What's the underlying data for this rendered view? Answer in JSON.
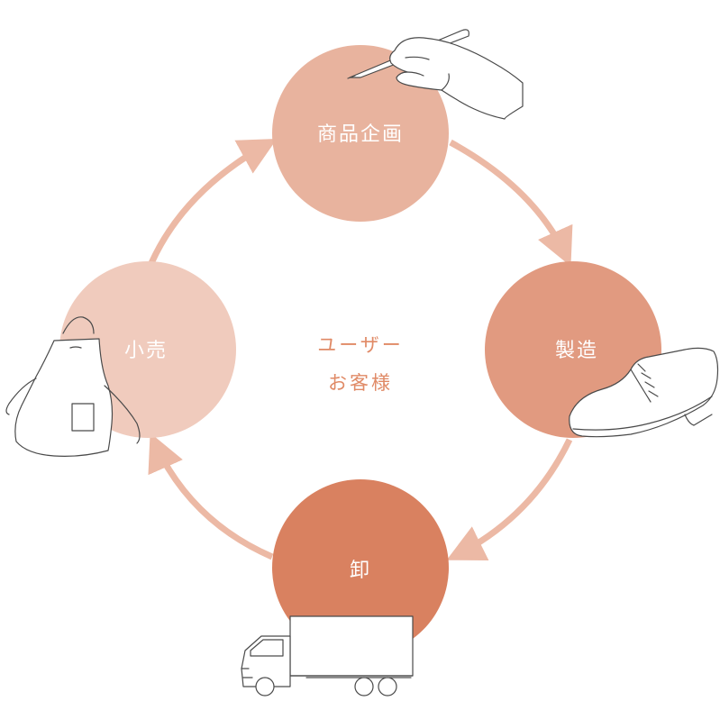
{
  "nodes": [
    {
      "id": "planning",
      "label": "商品企画",
      "color": "#e8b39e"
    },
    {
      "id": "manufacturing",
      "label": "製造",
      "color": "#e19a80"
    },
    {
      "id": "wholesale",
      "label": "卸",
      "color": "#d98160"
    },
    {
      "id": "retail",
      "label": "小売",
      "color": "#f0cbbd"
    }
  ],
  "center": {
    "line1": "ユーザー",
    "line2": "お客様",
    "color": "#e08a66"
  },
  "arrow_color": "#ecb9a5",
  "icons": {
    "planning": "hand-pen-icon",
    "manufacturing": "shoe-icon",
    "wholesale": "truck-icon",
    "retail": "apron-icon"
  }
}
